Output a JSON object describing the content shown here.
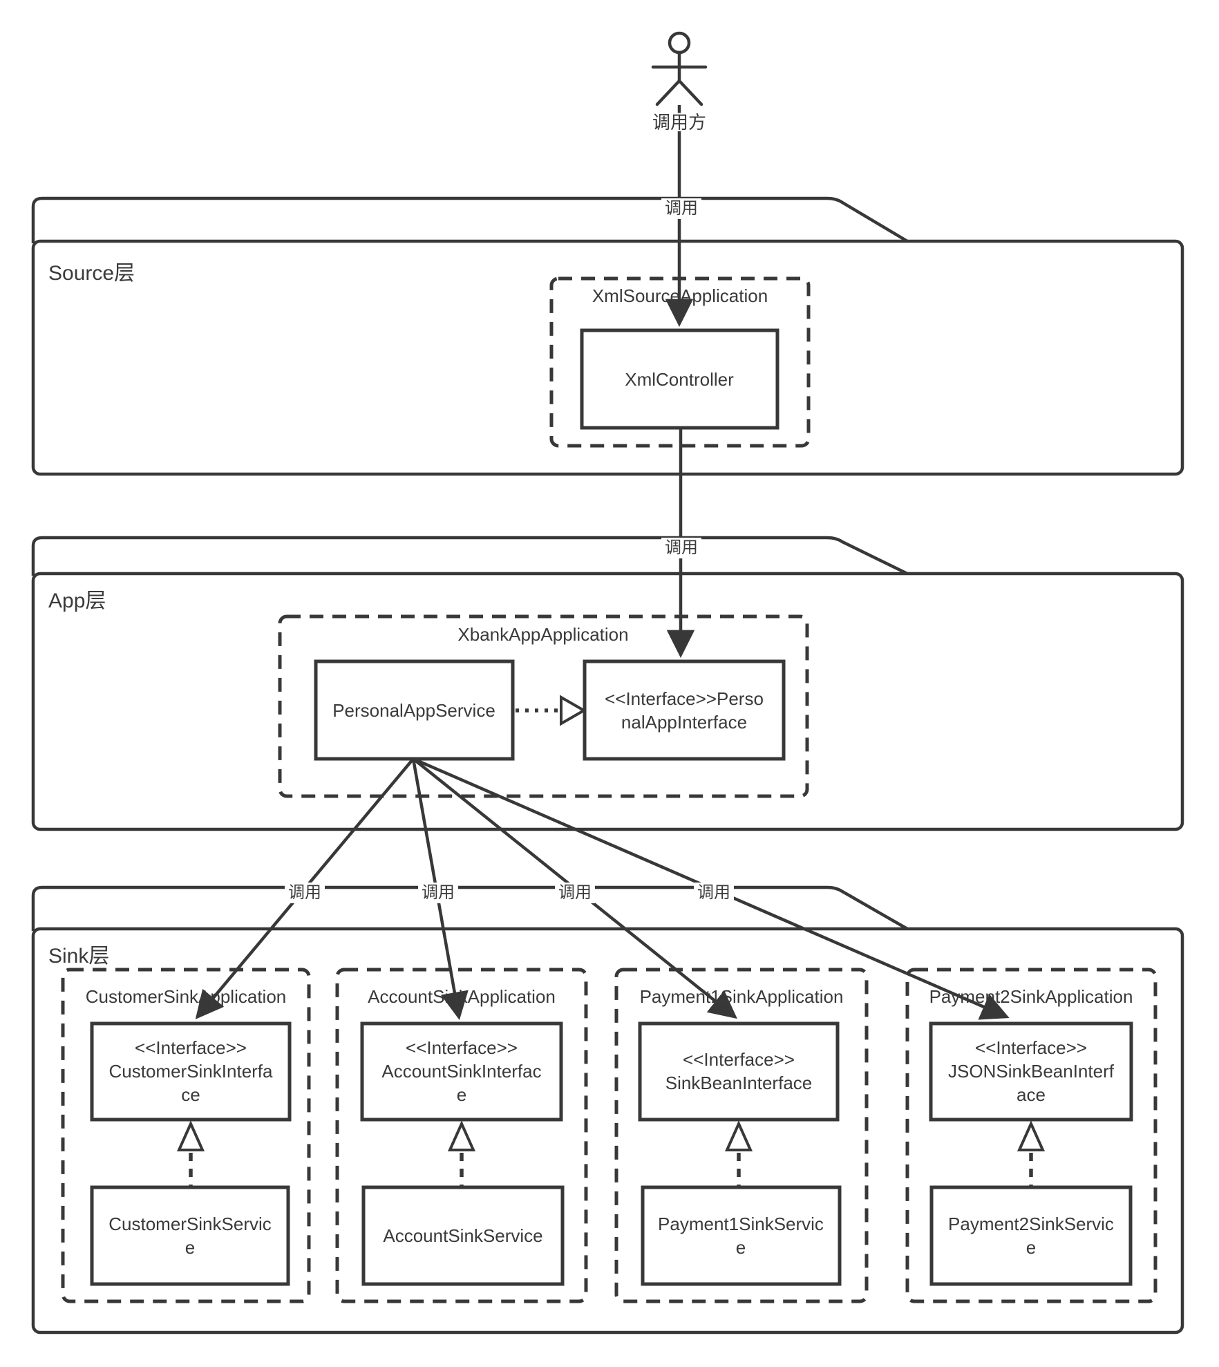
{
  "diagram": {
    "actor_label": "调用方",
    "call_label": "调用",
    "source_layer": {
      "title": "Source层",
      "application": {
        "title": "XmlSourceApplication",
        "controller": "XmlController"
      }
    },
    "app_layer": {
      "title": "App层",
      "application": {
        "title": "XbankAppApplication",
        "service": "PersonalAppService",
        "interface_lines": [
          "<<Interface>>Perso",
          "nalAppInterface"
        ]
      }
    },
    "sink_layer": {
      "title": "Sink层",
      "applications": [
        {
          "title": "CustomerSinkApplication",
          "interface_lines": [
            "<<Interface>>",
            "CustomerSinkInterfa",
            "ce"
          ],
          "service_lines": [
            "CustomerSinkServic",
            "e"
          ]
        },
        {
          "title": "AccountSinkApplication",
          "interface_lines": [
            "<<Interface>>",
            "AccountSinkInterfac",
            "e"
          ],
          "service_lines": [
            "AccountSinkService"
          ]
        },
        {
          "title": "Payment1SinkApplication",
          "interface_lines": [
            "<<Interface>>",
            "SinkBeanInterface"
          ],
          "service_lines": [
            "Payment1SinkServic",
            "e"
          ]
        },
        {
          "title": "Payment2SinkApplication",
          "interface_lines": [
            "<<Interface>>",
            "JSONSinkBeanInterf",
            "ace"
          ],
          "service_lines": [
            "Payment2SinkServic",
            "e"
          ]
        }
      ]
    },
    "colors": {
      "stroke": "#383838",
      "text": "#3a3a3a",
      "background": "#ffffff"
    }
  }
}
